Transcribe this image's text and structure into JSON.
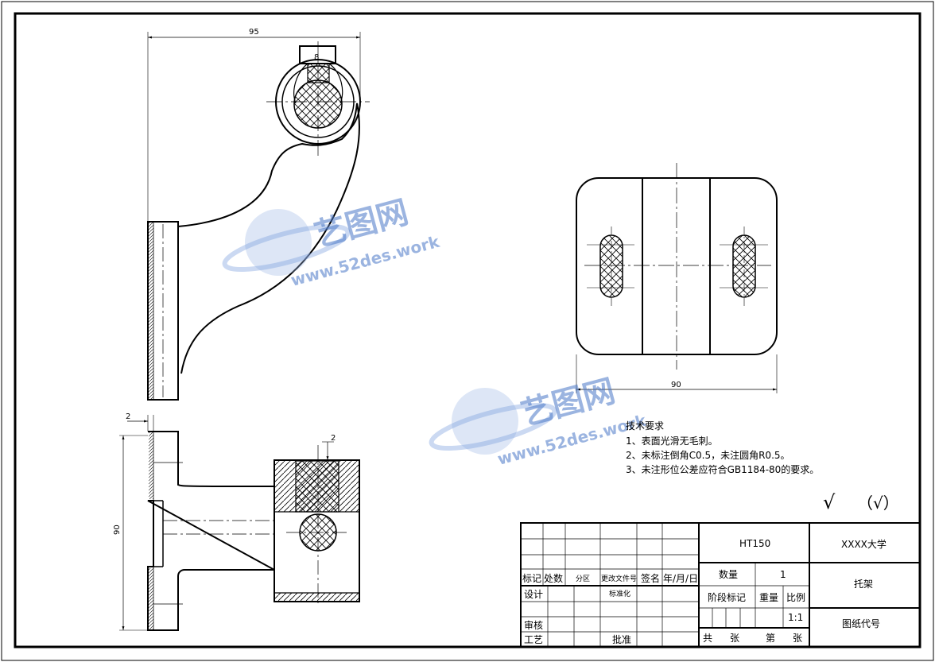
{
  "dimensions": {
    "top_width": "95",
    "slot_width": "8",
    "side_width": "90",
    "front_height": "90",
    "flange_thickness": "2",
    "insert_depth": "2"
  },
  "tech_requirements": {
    "title": "技术要求",
    "items": [
      "1、表面光滑无毛刺。",
      "2、未标注倒角C0.5，未注圆角R0.5。",
      "3、未注形位公差应符合GB1184-80的要求。"
    ]
  },
  "surface_symbol": {
    "main": "√",
    "other": "（√）"
  },
  "title_block": {
    "material": "HT150",
    "school": "XXXX大学",
    "part_name": "托架",
    "drawing_code": "图纸代号",
    "quantity_label": "数量",
    "quantity_value": "1",
    "stage_mark": "阶段标记",
    "weight": "重量",
    "scale_label": "比例",
    "scale_value": "1:1",
    "sheets": [
      "共",
      "张",
      "第",
      "张"
    ],
    "revision_headers": [
      "标记",
      "处数",
      "分区",
      "更改文件号",
      "签名",
      "年/月/日"
    ],
    "roles": [
      "设计",
      "标准化",
      "审核",
      "工艺",
      "批准"
    ]
  },
  "watermark": {
    "brand": "艺图网",
    "url": "www.52des.work"
  }
}
